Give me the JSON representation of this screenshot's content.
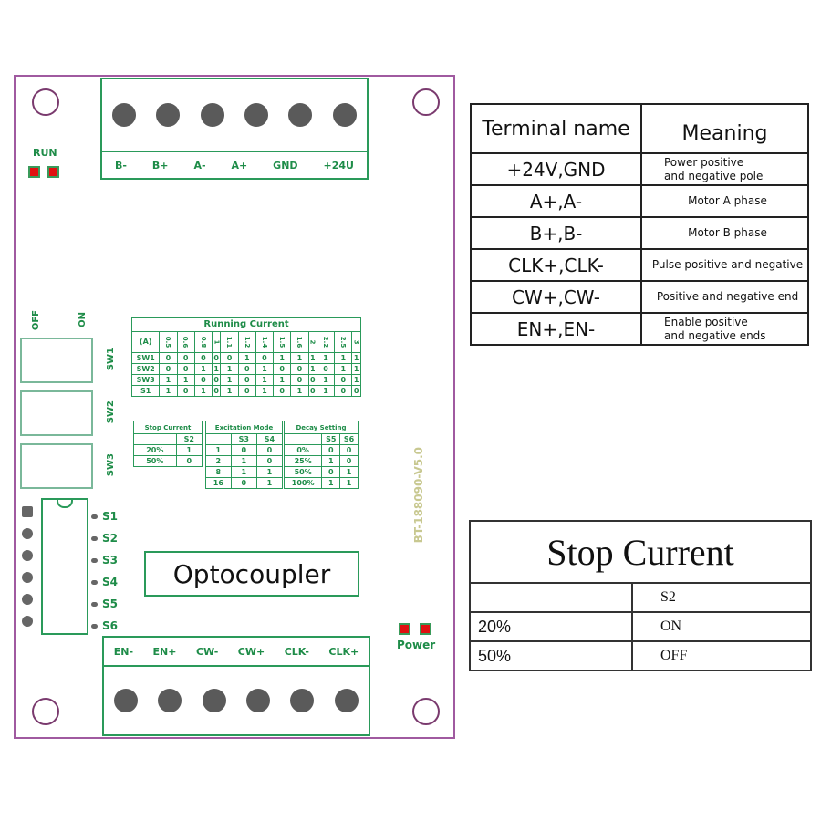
{
  "board": {
    "top_terminal_labels": [
      "B-",
      "B+",
      "A-",
      "A+",
      "GND",
      "+24U"
    ],
    "bottom_terminal_labels": [
      "EN-",
      "EN+",
      "CW-",
      "CW+",
      "CLK-",
      "CLK+"
    ],
    "run_label": "RUN",
    "power_label": "Power",
    "switch_off_label": "OFF",
    "switch_on_label": "ON",
    "switch_labels": [
      "SW1",
      "SW2",
      "SW3"
    ],
    "dip_labels": [
      "S1",
      "S2",
      "S3",
      "S4",
      "S5",
      "S6"
    ],
    "optocoupler_label": "Optocoupler",
    "model_label": "BT-188090-V5.0",
    "running_current": {
      "title": "Running Current",
      "unit_label": "(A)",
      "columns": [
        "0.5",
        "0.6",
        "0.8",
        "1",
        "1.1",
        "1.2",
        "1.4",
        "1.5",
        "1.6",
        "2",
        "2.2",
        "2.5",
        "3"
      ],
      "rows": [
        {
          "label": "SW1",
          "values": [
            "0",
            "0",
            "0",
            "0",
            "0",
            "1",
            "0",
            "1",
            "1",
            "1",
            "1",
            "1",
            "1"
          ]
        },
        {
          "label": "SW2",
          "values": [
            "0",
            "0",
            "1",
            "1",
            "1",
            "0",
            "1",
            "0",
            "0",
            "1",
            "0",
            "1",
            "1"
          ]
        },
        {
          "label": "SW3",
          "values": [
            "1",
            "1",
            "0",
            "0",
            "1",
            "0",
            "1",
            "1",
            "0",
            "0",
            "1",
            "0",
            "1"
          ]
        },
        {
          "label": "S1",
          "values": [
            "1",
            "0",
            "1",
            "0",
            "1",
            "0",
            "1",
            "0",
            "1",
            "0",
            "1",
            "0",
            "0"
          ]
        }
      ]
    },
    "stop_current": {
      "title": "Stop Current",
      "header": [
        "",
        "S2"
      ],
      "rows": [
        [
          "20%",
          "1"
        ],
        [
          "50%",
          "0"
        ]
      ]
    },
    "excitation_mode": {
      "title": "Excitation Mode",
      "header": [
        "",
        "S3",
        "S4"
      ],
      "rows": [
        [
          "1",
          "0",
          "0"
        ],
        [
          "2",
          "1",
          "0"
        ],
        [
          "8",
          "1",
          "1"
        ],
        [
          "16",
          "0",
          "1"
        ]
      ]
    },
    "decay_setting": {
      "title": "Decay Setting",
      "header": [
        "",
        "S5",
        "S6"
      ],
      "rows": [
        [
          "0%",
          "0",
          "0"
        ],
        [
          "25%",
          "1",
          "0"
        ],
        [
          "50%",
          "0",
          "1"
        ],
        [
          "100%",
          "1",
          "1"
        ]
      ]
    }
  },
  "terminal_table": {
    "header": [
      "Terminal name",
      "Meaning"
    ],
    "rows": [
      {
        "name": "+24V,GND",
        "meaning_lines": [
          "Power positive",
          "and negative pole"
        ]
      },
      {
        "name": "A+,A-",
        "meaning_lines": [
          "Motor A phase"
        ]
      },
      {
        "name": "B+,B-",
        "meaning_lines": [
          "Motor B phase"
        ]
      },
      {
        "name": "CLK+,CLK-",
        "meaning_lines": [
          "Pulse positive and negative"
        ]
      },
      {
        "name": "CW+,CW-",
        "meaning_lines": [
          "Positive and negative end"
        ]
      },
      {
        "name": "EN+,EN-",
        "meaning_lines": [
          "Enable positive",
          "and negative ends"
        ]
      }
    ]
  },
  "stop_current_table": {
    "title": "Stop Current",
    "header": [
      "",
      "S2"
    ],
    "rows": [
      [
        "20%",
        "ON"
      ],
      [
        "50%",
        "OFF"
      ]
    ]
  }
}
